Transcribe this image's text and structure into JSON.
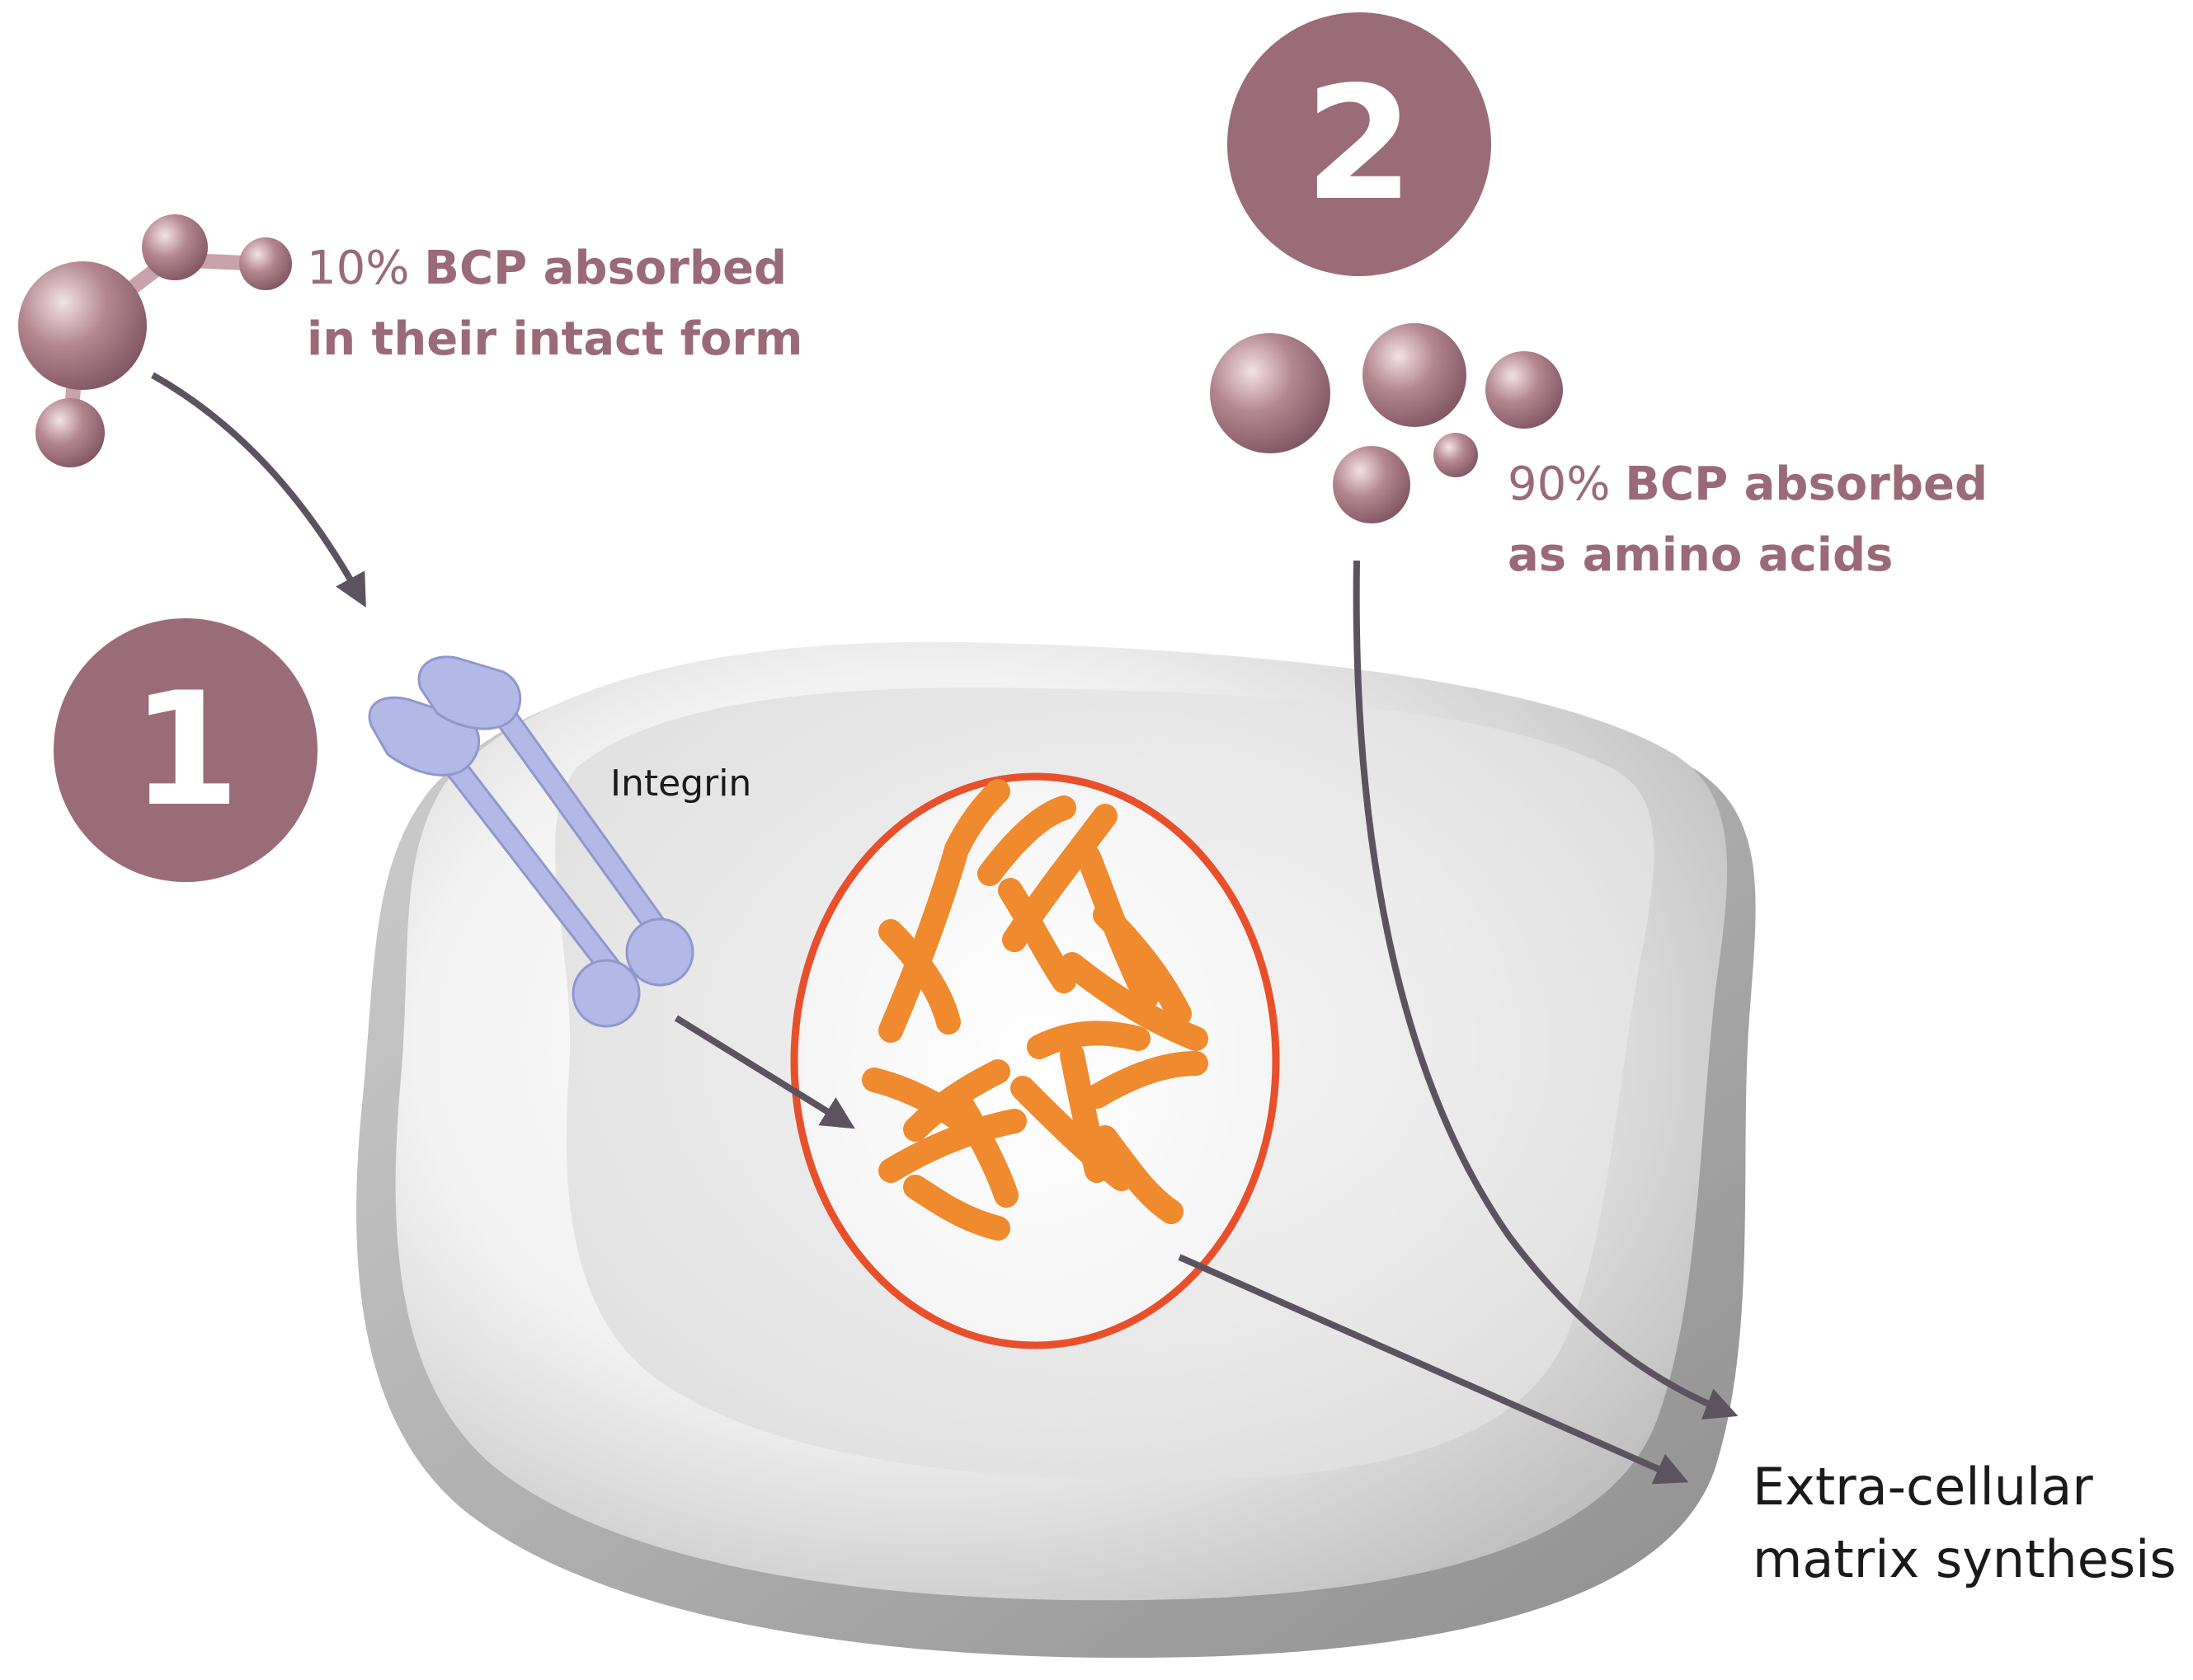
{
  "labels": {
    "step1_number": "1",
    "step2_number": "2",
    "step1_line1_pct": "10% ",
    "step1_line1_bold": "BCP absorbed",
    "step1_line2": "in their intact form",
    "step2_line1_pct": "90% ",
    "step2_line1_bold": "BCP absorbed",
    "step2_line2": "as amino acids",
    "integrin": "Integrin",
    "output_line1": "Extra-cellular",
    "output_line2": "matrix synthesis"
  },
  "colors": {
    "badge": "#9a6c78",
    "molecule": "#b08790",
    "arrow": "#5d5260",
    "integrin": "#b3b9e6",
    "nucleus_border": "#e8502c",
    "chromosome": "#ef8a2e",
    "cell": "#d8d8d8"
  }
}
